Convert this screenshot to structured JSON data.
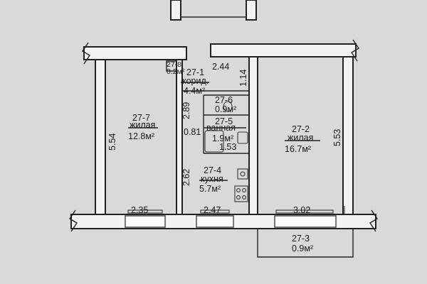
{
  "rooms": {
    "room_27_7": {
      "number": "27-7",
      "type": "жилая",
      "area": "12.8м²"
    },
    "room_27_1": {
      "number": "27-1",
      "type": "корид.",
      "area": "4.4м²"
    },
    "room_27_6": {
      "number": "27-6",
      "area": "0.9м²"
    },
    "room_27_5": {
      "number": "27-5",
      "type": "ванная",
      "area": "1.9м²"
    },
    "room_27_4": {
      "number": "27-4",
      "type": "кухня",
      "area": "5.7м²"
    },
    "room_27_2": {
      "number": "27-2",
      "type": "жилая",
      "area": "16.7м²"
    },
    "room_27_3": {
      "number": "27-3",
      "area": "0.9м²"
    },
    "room_27_8": {
      "number": "27-8",
      "area": "0.2м²"
    }
  },
  "dimensions": {
    "left_room_height": "5.54",
    "right_room_height": "5.53",
    "corridor_width": "2.44",
    "corridor_depth": "1.14",
    "corridor_height": "2.89",
    "bath_width": "0.81",
    "bath_depth": "1.53",
    "kitchen_height": "2.62",
    "left_room_width": "2.35",
    "kitchen_width": "2.47",
    "right_room_width": "3.02"
  }
}
